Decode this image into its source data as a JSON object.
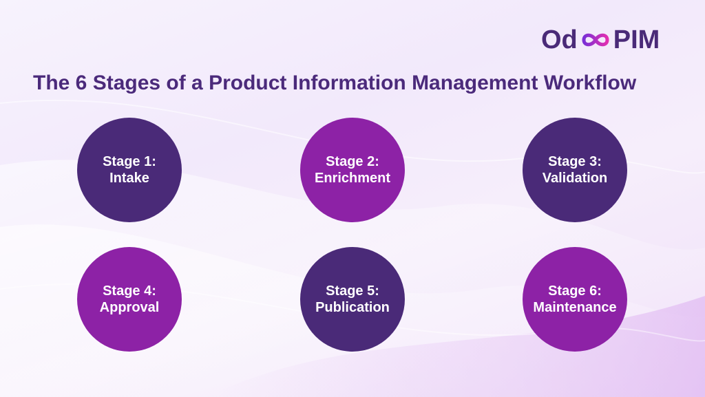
{
  "brand": {
    "logo_left": "Od",
    "logo_right": "PIM",
    "infinity_icon": "infinity-loop-icon",
    "colors": {
      "dark_purple": "#4a2a78",
      "bright_purple": "#8d22a6",
      "infinity_gradient_start": "#7a2fd6",
      "infinity_gradient_end": "#e22fb0"
    }
  },
  "title": "The 6 Stages of a Product Information Management Workflow",
  "stages": [
    {
      "label": "Stage 1:",
      "name": "Intake",
      "color": "#4a2a78"
    },
    {
      "label": "Stage 2:",
      "name": "Enrichment",
      "color": "#8d22a6"
    },
    {
      "label": "Stage 3:",
      "name": "Validation",
      "color": "#4a2a78"
    },
    {
      "label": "Stage 4:",
      "name": "Approval",
      "color": "#8d22a6"
    },
    {
      "label": "Stage 5:",
      "name": "Publication",
      "color": "#4a2a78"
    },
    {
      "label": "Stage 6:",
      "name": "Maintenance",
      "color": "#8d22a6"
    }
  ]
}
